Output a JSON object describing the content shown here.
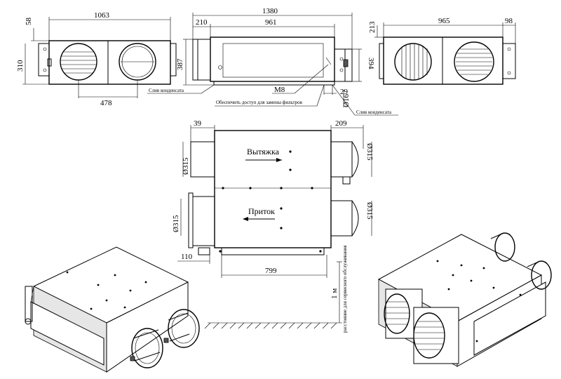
{
  "dims": {
    "front_width": "1063",
    "front_top": "58",
    "front_height": "310",
    "front_spacing": "478",
    "side_total": "1380",
    "side_left": "210",
    "side_mid": "961",
    "side_height": "387",
    "side_right_height": "394",
    "thread": "M8",
    "side_offset": "29",
    "side_diam": "Ø16",
    "back_top": "213",
    "back_width": "965",
    "back_right": "98",
    "plan_left": "39",
    "plan_right": "209",
    "plan_diam_1": "Ø315",
    "plan_diam_2": "Ø315",
    "plan_diam_3": "Ø315",
    "plan_diam_4": "Ø315",
    "plan_bottom_left": "110",
    "plan_bottom": "799",
    "service_height": "1 м"
  },
  "labels": {
    "drain_1": "Слив конденсата",
    "filter_access": "Обеспечить доступ для замены фильтров",
    "drain_2": "Слив конденсата",
    "exhaust": "Вытяжка",
    "supply": "Приток",
    "service_note": "расстояние для сервисного обслуживания"
  }
}
